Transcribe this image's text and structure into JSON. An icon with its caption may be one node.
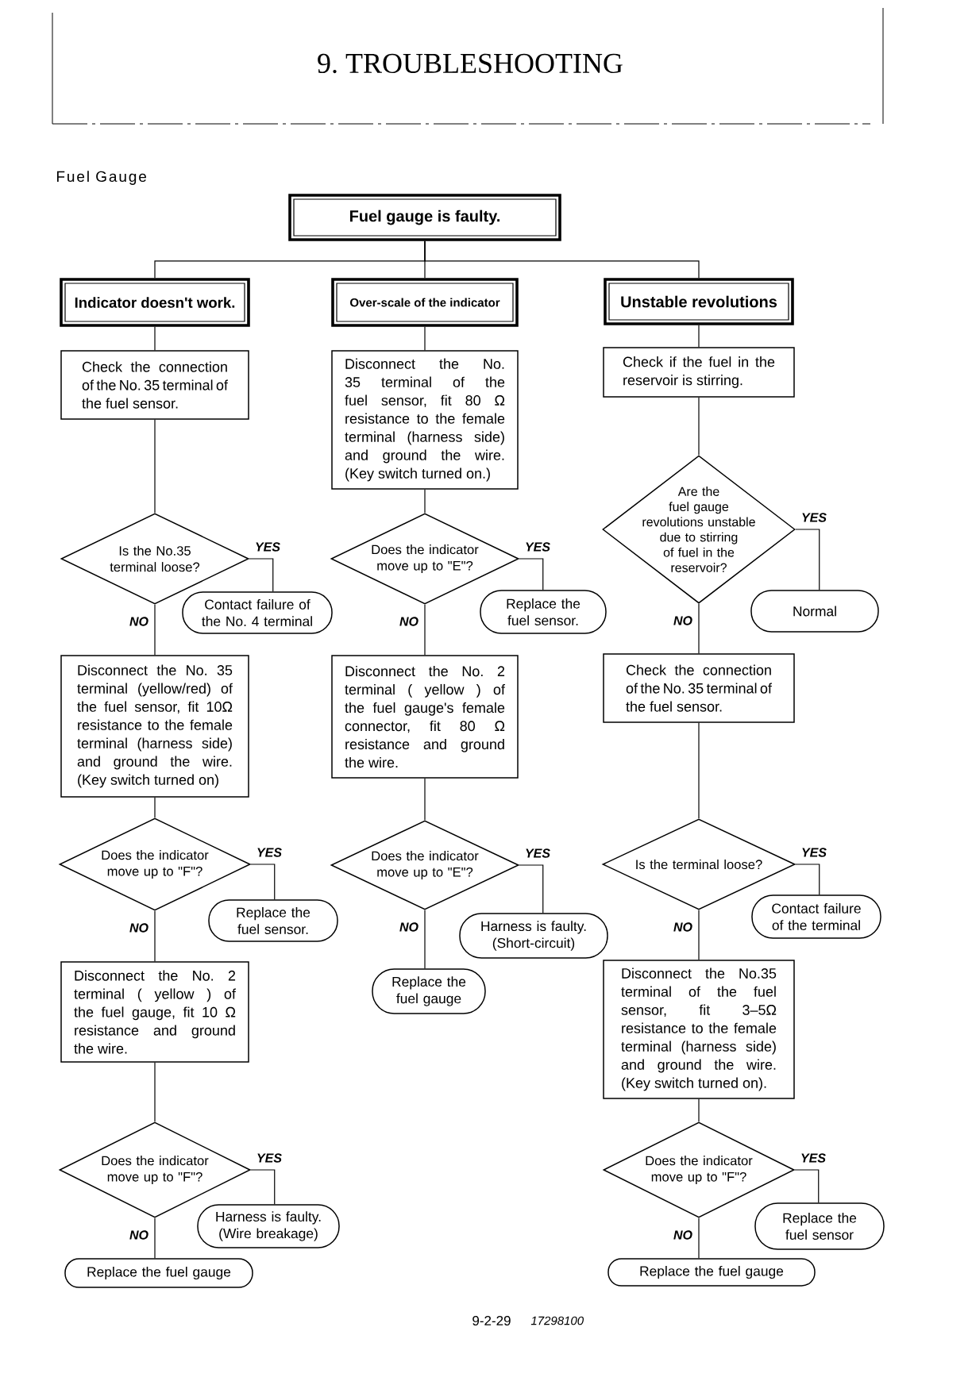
{
  "diagram": {
    "title": "9. TROUBLESHOOTING",
    "nodes": [
      {
        "text": [
          "Fuel gauge is faulty."
        ]
      },
      {
        "text": [
          "Indicator doesn't work."
        ]
      },
      {
        "text": [
          "Over-scale of the indicator"
        ]
      },
      {
        "text": [
          "Unstable revolutions"
        ]
      },
      {
        "text": [
          "Check the connection of the No. 35 terminal of the fuel sensor."
        ]
      },
      {
        "text": [
          "Is the No.35 terminal loose?"
        ]
      },
      {
        "text": [
          "Contact failure of the No. 4 terminal"
        ]
      },
      {
        "text": [
          "Disconnect the No. 35 terminal (yellow/red) of the fuel sensor, fit 10Ω resistance to the female terminal (harness side) and ground the wire. (Key switch turned on)"
        ]
      },
      {
        "text": [
          "Does the indicator move up to \"F\"?"
        ]
      },
      {
        "text": [
          "Replace the fuel sensor."
        ]
      },
      {
        "text": [
          "Disconnect the No. 2 terminal ( yellow ) of the fuel gauge, fit 10 Ω resistance and ground the wire."
        ]
      },
      {
        "text": [
          "Does the indicator move up to \"F\"?"
        ]
      },
      {
        "text": [
          "Harness is faulty. (Wire breakage)"
        ]
      },
      {
        "text": [
          "Replace the fuel gauge"
        ]
      },
      {
        "text": [
          "Disconnect the No. 35 terminal of the fuel sensor, fit 80 Ω resistance to the female terminal (harness side) and ground the wire. (Key switch turned on.)"
        ]
      },
      {
        "text": [
          "Does the indicator move up to \"E\"?"
        ]
      },
      {
        "text": [
          "Replace the fuel sensor."
        ]
      },
      {
        "text": [
          "Disconnect the No. 2 terminal ( yellow ) of the fuel gauge's female connector, fit 80 Ω resistance and ground the wire."
        ]
      },
      {
        "text": [
          "Does the indicator move up to \"E\"?"
        ]
      },
      {
        "text": [
          "Harness is faulty. (Short-circuit)"
        ]
      },
      {
        "text": [
          "Replace the fuel gauge"
        ]
      },
      {
        "text": [
          "Check if the fuel in the reservoir is stirring."
        ]
      },
      {
        "text": [
          "Are the fuel gauge revolutions unstable due to stirring of fuel in the reservoir?"
        ]
      },
      {
        "text": [
          "Normal"
        ]
      },
      {
        "text": [
          "Check the connection of the No. 35 terminal of the fuel sensor."
        ]
      },
      {
        "text": [
          "Is the terminal loose?"
        ]
      },
      {
        "text": [
          "Contact failure of the terminal"
        ]
      },
      {
        "text": [
          "Disconnect the No.35 terminal of the fuel sensor, fit 3–5Ω resistance to the female terminal (harness side) and ground the wire. (Key switch turned on)."
        ]
      },
      {
        "text": [
          "Does the indicator move up to \"F\"?"
        ]
      },
      {
        "text": [
          "Replace the fuel sensor"
        ]
      },
      {
        "text": [
          "Replace the fuel gauge"
        ]
      }
    ],
    "edges": [
      {
        "from": 0,
        "to": 1,
        "arrow": "none"
      },
      {
        "from": 0,
        "to": 2,
        "arrow": "none"
      },
      {
        "from": 0,
        "to": 3,
        "arrow": "none"
      },
      {
        "from": 1,
        "to": 4,
        "arrow": "none"
      },
      {
        "from": 4,
        "to": 5,
        "arrow": "none"
      },
      {
        "from": 5,
        "to": 6,
        "arrow": "none",
        "label": "YES"
      },
      {
        "from": 5,
        "to": 7,
        "arrow": "none",
        "label": "NO"
      },
      {
        "from": 7,
        "to": 8,
        "arrow": "none"
      },
      {
        "from": 8,
        "to": 9,
        "arrow": "none",
        "label": "YES"
      },
      {
        "from": 8,
        "to": 10,
        "arrow": "none",
        "label": "NO"
      },
      {
        "from": 10,
        "to": 11,
        "arrow": "none"
      },
      {
        "from": 11,
        "to": 12,
        "arrow": "none",
        "label": "YES"
      },
      {
        "from": 11,
        "to": 13,
        "arrow": "none",
        "label": "NO"
      },
      {
        "from": 2,
        "to": 14,
        "arrow": "none"
      },
      {
        "from": 14,
        "to": 15,
        "arrow": "none"
      },
      {
        "from": 15,
        "to": 16,
        "arrow": "none",
        "label": "YES"
      },
      {
        "from": 15,
        "to": 17,
        "arrow": "none",
        "label": "NO"
      },
      {
        "from": 17,
        "to": 18,
        "arrow": "none"
      },
      {
        "from": 18,
        "to": 19,
        "arrow": "none",
        "label": "YES"
      },
      {
        "from": 18,
        "to": 20,
        "arrow": "none",
        "label": "NO"
      },
      {
        "from": 3,
        "to": 21,
        "arrow": "none"
      },
      {
        "from": 21,
        "to": 22,
        "arrow": "none"
      },
      {
        "from": 22,
        "to": 23,
        "arrow": "none",
        "label": "YES"
      },
      {
        "from": 22,
        "to": 24,
        "arrow": "none",
        "label": "NO"
      },
      {
        "from": 24,
        "to": 25,
        "arrow": "none"
      },
      {
        "from": 25,
        "to": 26,
        "arrow": "none",
        "label": "YES"
      },
      {
        "from": 25,
        "to": 27,
        "arrow": "none",
        "label": "NO"
      },
      {
        "from": 27,
        "to": 28,
        "arrow": "none"
      },
      {
        "from": 28,
        "to": 29,
        "arrow": "none",
        "label": "YES"
      },
      {
        "from": 28,
        "to": 30,
        "arrow": "none",
        "label": "NO"
      }
    ],
    "labels": [
      "Fuel Gauge",
      "9-2-29",
      "17298100"
    ]
  }
}
